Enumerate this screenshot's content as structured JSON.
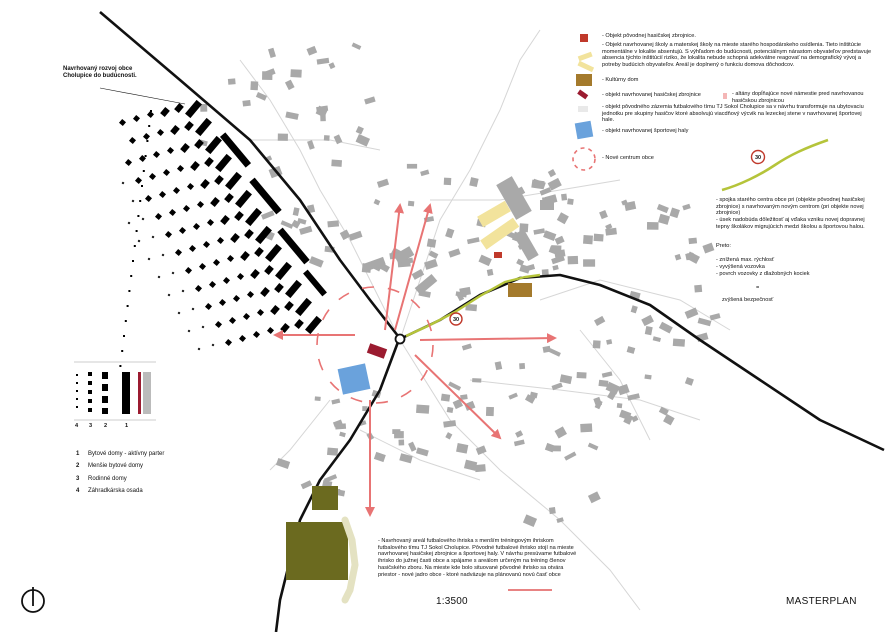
{
  "map": {
    "scale": "1:3500",
    "title": "MASTERPLAN",
    "development_note": "Navrhovaný rozvoj obce Cholupice do budúcnosti.",
    "speed_limit": "30"
  },
  "legend_top": [
    {
      "key": "fire_station",
      "color": "#c0392b",
      "text": "- Objekt pôvodnej hasičskej zbrojnice."
    },
    {
      "key": "school",
      "color": "#f2e39c",
      "text": "- Objekt navrhovanej školy a materskej školy na mieste starého hospodárskeho osídlenia. Tieto inštitúcie momentálne v lokalite absentujú. S výhľadom do budúcnosti, potenciálnym nárastom obyvateľov predstavuje absencia týchto inštitúcií riziko, že lokalita nebude schopná adekvátne reagovať na demografický vývoj a potreby budúcich obyvateľov. Areál je doplnený o funkciu domova dôchodcov."
    },
    {
      "key": "culture_house",
      "color": "#a47a2c",
      "text": "- Kultúrny dom"
    },
    {
      "key": "new_fire_station",
      "color": "#9b1b30",
      "text": "- objekt navrhovanej hasičskej zbrojnice"
    },
    {
      "key": "altany",
      "color": "#f4b6b6",
      "text": "- altány dopĺňajúce nové námestie pred navrhovanou hasičskou zbrojnicou"
    },
    {
      "key": "football_base",
      "color": "#e9e9e9",
      "text": "- objekt pôvodného zázemia futbalového tímu TJ Sokol Cholupice sa v návrhu transformuje na ubytovaciu jednotku pre skupiny hasičov ktoré absolvujú viacdňový výcvik na lezeckej stene v navrhovanej športovej hale."
    },
    {
      "key": "sports_hall",
      "color": "#6aa2dc",
      "text": "- objekt navrhovanej športovej haly"
    },
    {
      "key": "new_centre",
      "color": "#e05a5a",
      "text": "- Nové centrum obce"
    }
  ],
  "connection_note": {
    "line1": "- spojka starého centra obce pri (objekte pôvodnej hasičskej zbrojnice) s navrhovaným novým centrom (pri objekte novej zbrojnice)",
    "line2": "- úsek nadobúda dôležitosť aj vďaka vzniku novej dopravnej tepny školákov migrujúcich medzi školou a športovou halou.",
    "preto": "Preto:",
    "items": [
      "- znížená max. rýchlosť",
      "- vyvýšená vozovka",
      "- povrch vozovky z dlažobných kociek"
    ],
    "equals": "=",
    "result": "zvýšená bezpečnosť"
  },
  "building_legend": [
    {
      "num": "1",
      "label": "Bytové domy - aktívny parter"
    },
    {
      "num": "2",
      "label": "Menšie bytové domy"
    },
    {
      "num": "3",
      "label": "Rodinné domy"
    },
    {
      "num": "4",
      "label": "Záhradkárska osada"
    }
  ],
  "football_note": {
    "text": "- Navrhovaný areál futbalového ihriska s menším tréningovým ihriskom futbalového tímu TJ Sokol Cholupice. Pôvodné futbalové ihrisko stojí na mieste navrhovanej hasičskej zbrojnice a športovej haly. V návrhu presúvame futbalové ihrisko do južnej časti obce a spájame s areálom určeným na tréning členov hasičského zboru. Na mieste kde bolo situované pôvodné ihrisko sa otvára priestor -",
    "highlight": "nové jadro obce",
    "tail": "- ktoré nadväzuje na plánovanú novú časť obce"
  },
  "colors": {
    "road": "#111111",
    "green_road": "#b5c43a",
    "arrow": "#e87474",
    "building": "#a9a9a9",
    "field": "#6b6a1f",
    "hall": "#6aa2dc"
  },
  "icons": {
    "north": "north-arrow-icon"
  }
}
